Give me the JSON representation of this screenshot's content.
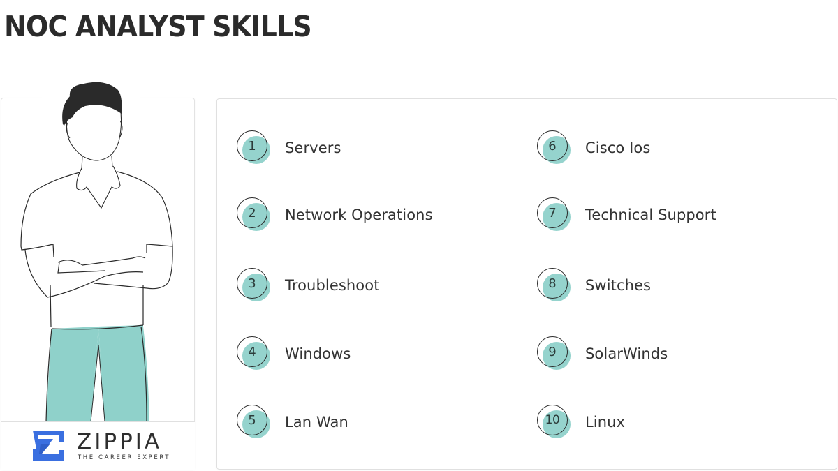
{
  "header": {
    "title": "NOC ANALYST SKILLS"
  },
  "brand": {
    "name": "ZIPPIA",
    "tagline": "THE CAREER EXPERT",
    "logo_icon": "zippia-z-logo-icon",
    "logo_color": "#3a6fe0"
  },
  "illustration": {
    "subject": "person-arms-crossed-icon",
    "pants_color": "#8fd1ca",
    "hair_color": "#2a2a2a"
  },
  "colors": {
    "badge_fill": "#8fd1ca",
    "badge_ring": "#2a2a2a",
    "text": "#333333"
  },
  "skills": {
    "left": [
      {
        "number": "1",
        "label": "Servers"
      },
      {
        "number": "2",
        "label": "Network Operations"
      },
      {
        "number": "3",
        "label": "Troubleshoot"
      },
      {
        "number": "4",
        "label": "Windows"
      },
      {
        "number": "5",
        "label": "Lan Wan"
      }
    ],
    "right": [
      {
        "number": "6",
        "label": "Cisco Ios"
      },
      {
        "number": "7",
        "label": "Technical Support"
      },
      {
        "number": "8",
        "label": "Switches"
      },
      {
        "number": "9",
        "label": "SolarWinds"
      },
      {
        "number": "10",
        "label": "Linux"
      }
    ]
  }
}
